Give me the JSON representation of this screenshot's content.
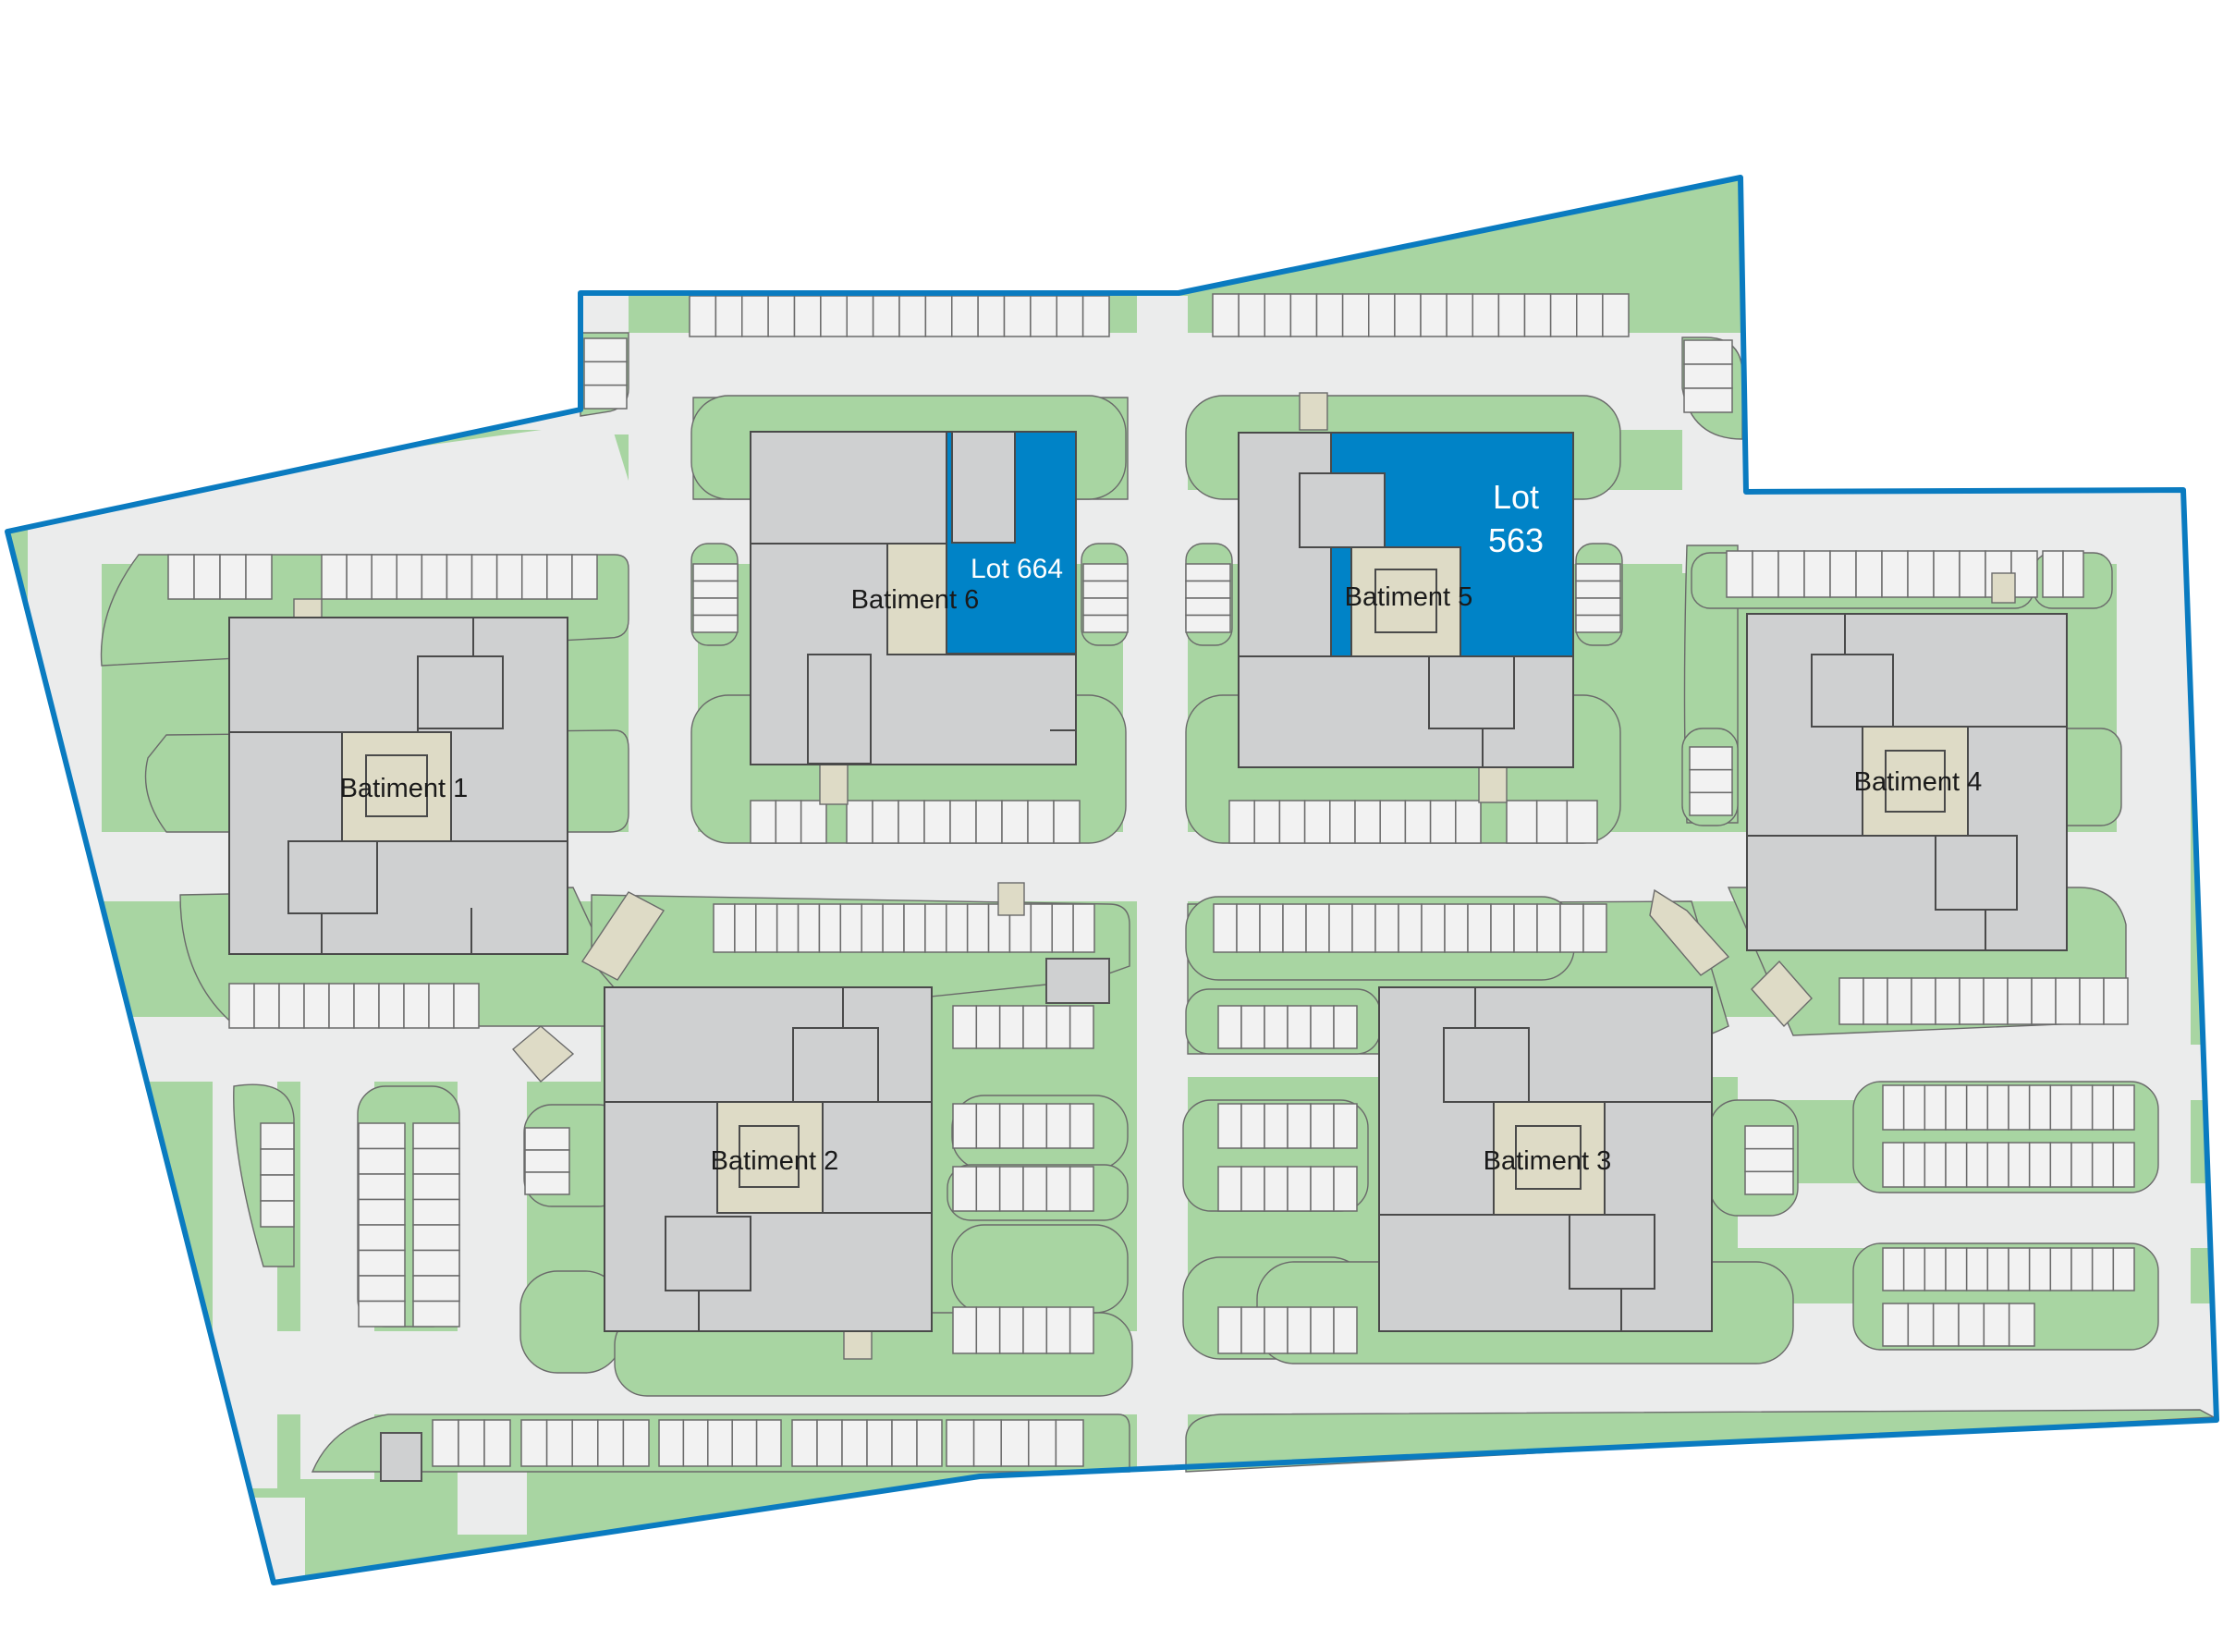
{
  "map": {
    "colors": {
      "site_fill": "#a8d5a2",
      "site_border": "#0a7bc0",
      "road": "#ebecec",
      "building": "#cfd0d1",
      "courtyard": "#dedbc6",
      "lot_highlight": "#0083c7",
      "parking_stall": "#f2f2f2"
    },
    "buildings": [
      {
        "id": "b1",
        "label": "Batiment 1"
      },
      {
        "id": "b2",
        "label": "Batiment 2"
      },
      {
        "id": "b3",
        "label": "Batiment 3"
      },
      {
        "id": "b4",
        "label": "Batiment 4"
      },
      {
        "id": "b5",
        "label": "Batiment 5"
      },
      {
        "id": "b6",
        "label": "Batiment 6"
      }
    ],
    "lots": [
      {
        "id": "lot664",
        "label": "Lot 664",
        "building": "Batiment 6"
      },
      {
        "id": "lot563",
        "line1": "Lot",
        "line2": "563",
        "building": "Batiment 5"
      }
    ]
  }
}
